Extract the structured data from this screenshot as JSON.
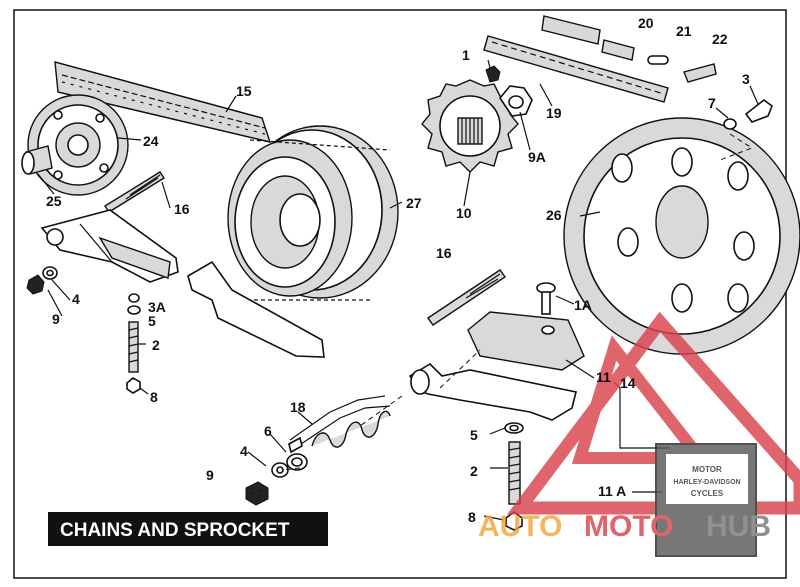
{
  "diagram": {
    "title": "CHAINS AND SPROCKET",
    "callouts": {
      "c1": "1",
      "c1A": "1A",
      "c2a": "2",
      "c2b": "2",
      "c3": "3",
      "c3A": "3A",
      "c4a": "4",
      "c4b": "4",
      "c5a": "5",
      "c5b": "5",
      "c6": "6",
      "c7": "7",
      "c8a": "8",
      "c8b": "8",
      "c9a": "9",
      "c9b": "9",
      "c9A": "9A",
      "c10": "10",
      "c11": "11",
      "c11A": "11 A",
      "c14": "14",
      "c15": "15",
      "c16a": "16",
      "c16b": "16",
      "c18": "18",
      "c19": "19",
      "c20": "20",
      "c21": "21",
      "c22": "22",
      "c24": "24",
      "c25": "25",
      "c26": "26",
      "c27": "27"
    }
  },
  "watermark": {
    "auto": "AUTO",
    "moto": "MOTO",
    "hub": "HUB",
    "badge_top": "MOTOR",
    "badge_mid": "HARLEY-DAVIDSON",
    "badge_bottom": "CYCLES",
    "colors": {
      "red": "#d9434d",
      "orange": "#f2a63a",
      "gray": "#7a7a7a"
    }
  }
}
